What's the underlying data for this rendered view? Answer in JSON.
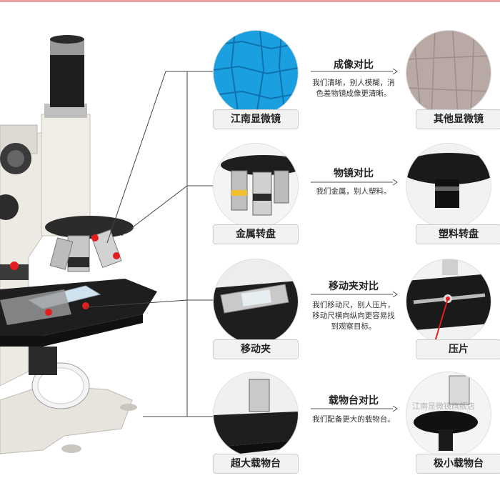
{
  "comparisons": [
    {
      "title": "成像对比",
      "desc": "我们清晰，别人模糊，消色差物镜成像更清晰。",
      "left_label": "江南显微镜",
      "right_label": "其他显微镜"
    },
    {
      "title": "物镜对比",
      "desc": "我们金属，别人塑料。",
      "left_label": "金属转盘",
      "right_label": "塑料转盘"
    },
    {
      "title": "移动夹对比",
      "desc": "我们移动尺，别人压片，移动尺横向纵向更容易找到观察目标。",
      "left_label": "移动夹",
      "right_label": "压片"
    },
    {
      "title": "载物台对比",
      "desc": "我们配备更大的载物台。",
      "left_label": "超大载物台",
      "right_label": "极小载物台"
    }
  ],
  "watermark": "江南显微镜旗舰店",
  "colors": {
    "accent_red": "#e41e1e",
    "caption_bg": "#f2f2f2",
    "line": "#444444"
  }
}
